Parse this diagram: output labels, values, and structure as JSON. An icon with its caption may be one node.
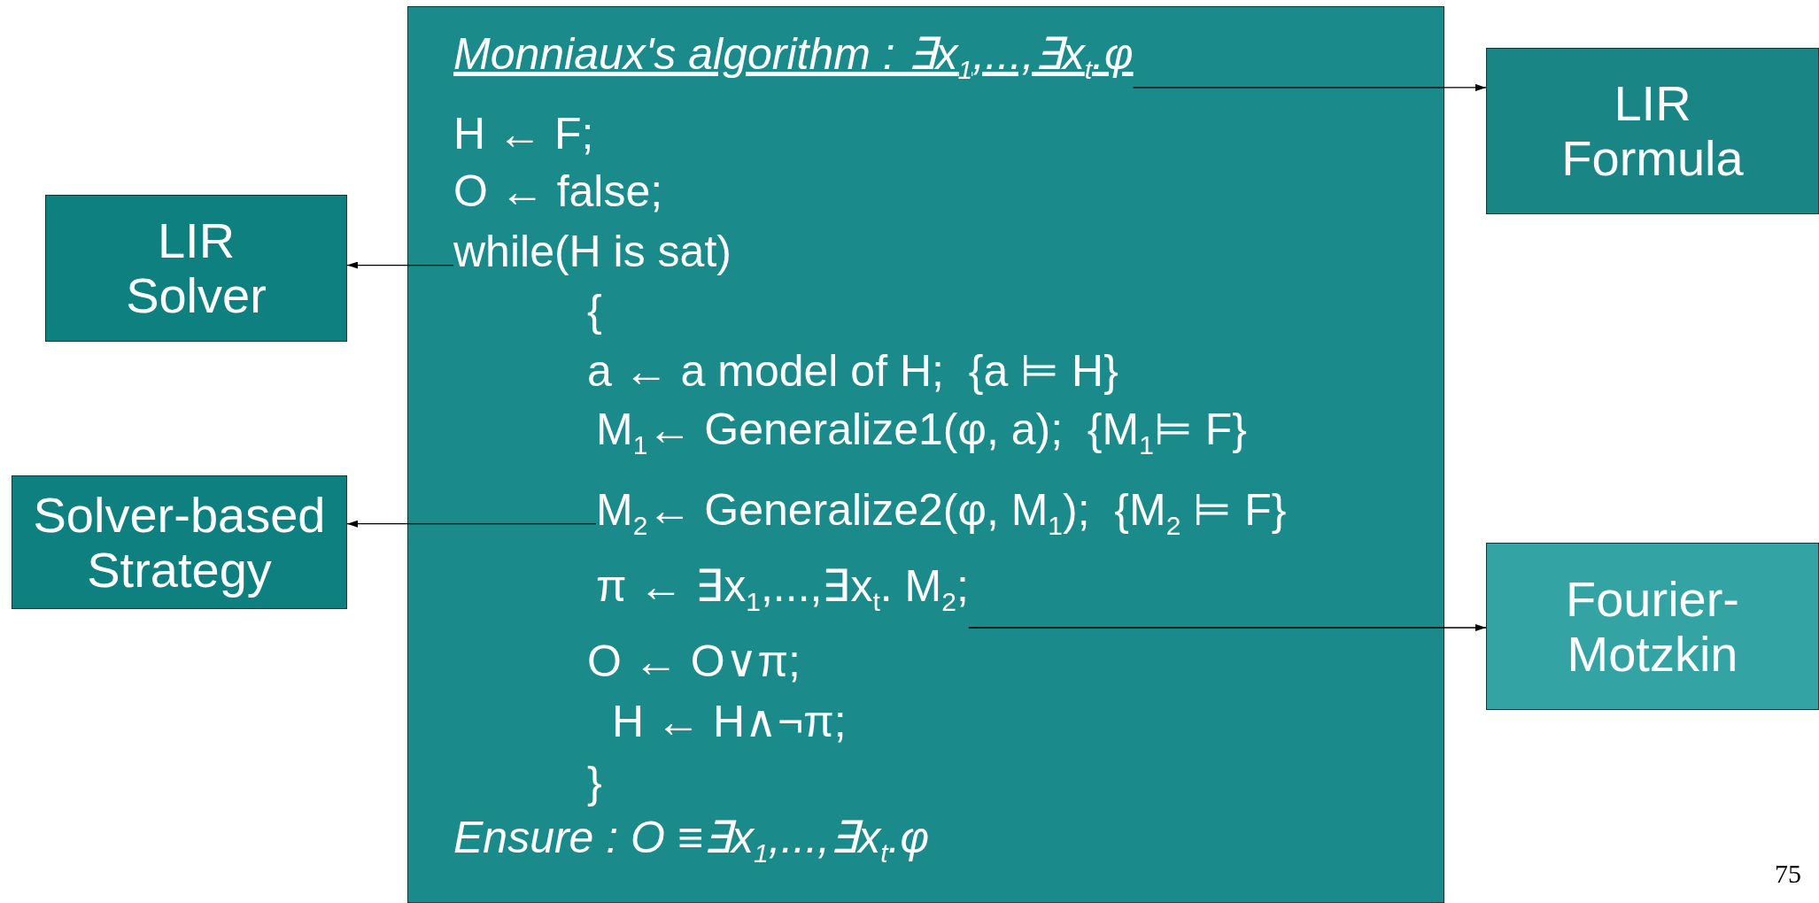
{
  "diagram": {
    "nodes": [
      {
        "text": [],
        "shape": "box"
      },
      {
        "text": [
          "Monniaux's algorithm : ∃x$_{1}$,...,∃x$_{t}$.φ"
        ],
        "in": 0
      },
      {
        "text": [
          "H ← F;"
        ],
        "in": 0
      },
      {
        "text": [
          "O ← false;"
        ],
        "in": 0
      },
      {
        "text": [
          "while(H is sat)"
        ],
        "in": 0
      },
      {
        "text": [
          "{"
        ],
        "in": 0
      },
      {
        "text": [
          "a ← a model of H;  {a ⊨ H}"
        ],
        "in": 0
      },
      {
        "text": [
          "M$_{1}$← Generalize1(φ, a);  {M$_{1}$⊨ F}"
        ],
        "in": 0
      },
      {
        "text": [
          "M$_{2}$← Generalize2(φ, M$_{1}$);  {M$_{2}$ ⊨ F}"
        ],
        "in": 0
      },
      {
        "text": [
          "π ← ∃x$_{1}$,...,∃x$_{t}$. M$_{2}$;"
        ],
        "in": 0
      },
      {
        "text": [
          "O ← O∨π;"
        ],
        "in": 0
      },
      {
        "text": [
          "H ← H∧¬π;"
        ],
        "in": 0
      },
      {
        "text": [
          "}"
        ],
        "in": 0
      },
      {
        "text": [
          "Ensure : O ≡∃x$_{1}$,...,∃x$_{t}$.φ"
        ],
        "in": 0
      },
      {
        "text": [
          "LIR Solver"
        ]
      },
      {
        "text": [
          "Solver-based Strategy"
        ]
      },
      {
        "text": [
          "LIR Formula"
        ]
      },
      {
        "text": [
          "Fourier-Motzkin"
        ]
      }
    ],
    "edges": [
      {
        "from": 1,
        "to": 16,
        "arrow": "to"
      },
      {
        "from": 4,
        "to": 14,
        "arrow": "to"
      },
      {
        "from": 8,
        "to": 15,
        "arrow": "to"
      },
      {
        "from": 9,
        "to": 17,
        "arrow": "to"
      }
    ],
    "labels": [
      "75"
    ]
  }
}
